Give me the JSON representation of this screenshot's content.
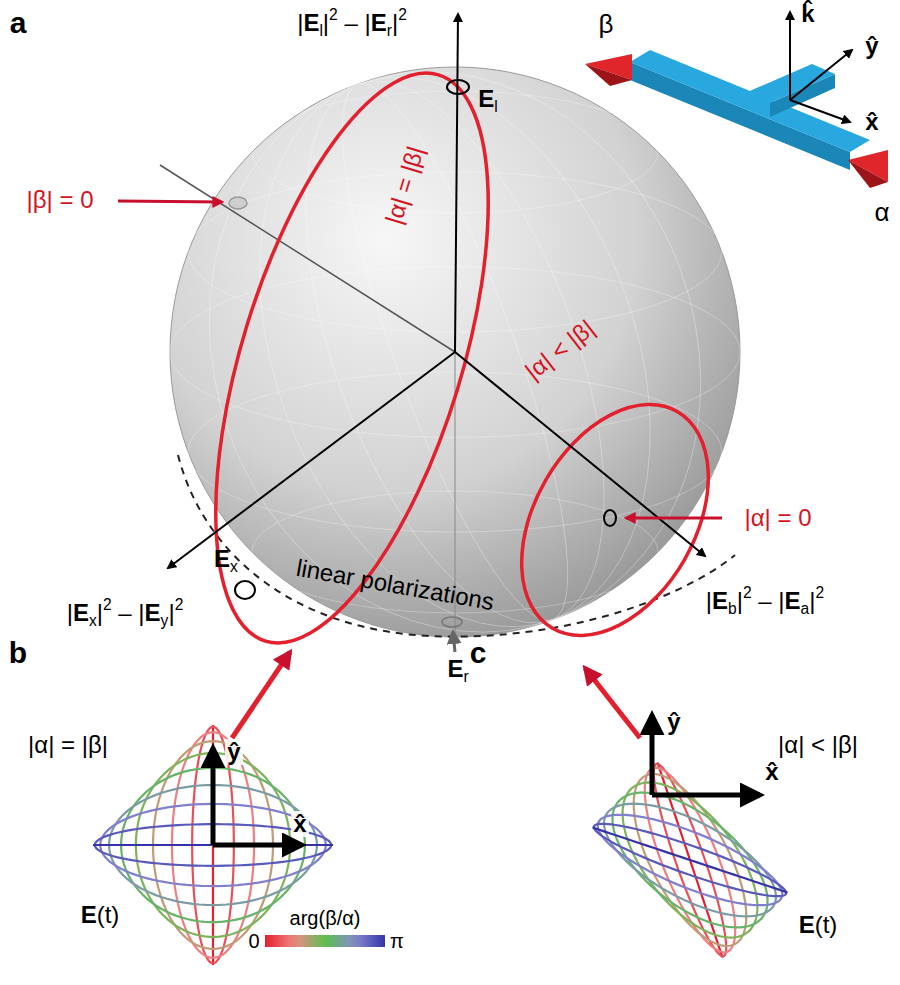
{
  "diagram": {
    "labels": [
      "a",
      "|El|2 – |Er|2",
      "El",
      "|β| = 0",
      "|α| = |β|",
      "|α| < |β|",
      "Ex",
      "linear polarizations",
      "|α| = 0",
      "|Ex|2 – |Ey|2",
      "|Eb|2 – |Ea|2",
      "Er",
      "β",
      "k̂",
      "ŷ",
      "x̂",
      "α",
      "b",
      "|α| = |β|",
      "ŷ",
      "x̂",
      "E(t)",
      "arg(β/α)",
      "0",
      "π",
      "c",
      "|α| < |β|",
      "ŷ",
      "x̂",
      "E(t)"
    ]
  }
}
